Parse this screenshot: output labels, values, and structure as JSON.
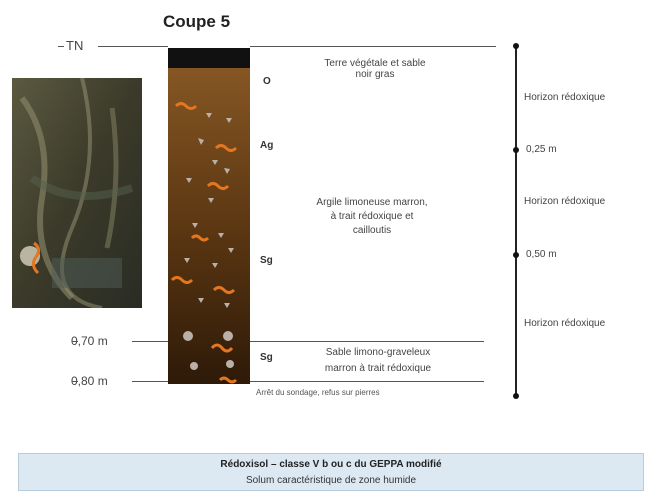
{
  "title": "Coupe 5",
  "ground_label": "TN",
  "depth_labels": [
    "0,70 m",
    "0,80 m"
  ],
  "horizon_codes": [
    "O",
    "Ag",
    "Sg",
    "Sg"
  ],
  "layer_descriptions": [
    {
      "lines": [
        "Terre végétale et sable",
        "noir gras"
      ]
    },
    {
      "lines": [
        "Argile limoneuse marron,",
        "à trait rédoxique et",
        "cailloutis"
      ]
    },
    {
      "lines": [
        "Sable limono-graveleux",
        "marron à trait rédoxique"
      ]
    }
  ],
  "stop_note": "Arrêt du sondage, refus sur pierres",
  "right_axis": {
    "markers": [
      "0,25 m",
      "0,50 m"
    ],
    "horizons": [
      "Horizon rédoxique",
      "Horizon rédoxique",
      "Horizon rédoxique"
    ]
  },
  "summary": {
    "title": "Rédoxisol – classe V b ou c du GEPPA modifié",
    "subtitle": "Solum caractéristique de zone humide"
  },
  "colors": {
    "topsoil": "#111111",
    "soil_top": "#8a5a25",
    "soil_bottom": "#2e1a08",
    "redox_mark": "#e3761f",
    "pebble": "#b9b1a8",
    "summary_bg": "#dce9f3"
  }
}
